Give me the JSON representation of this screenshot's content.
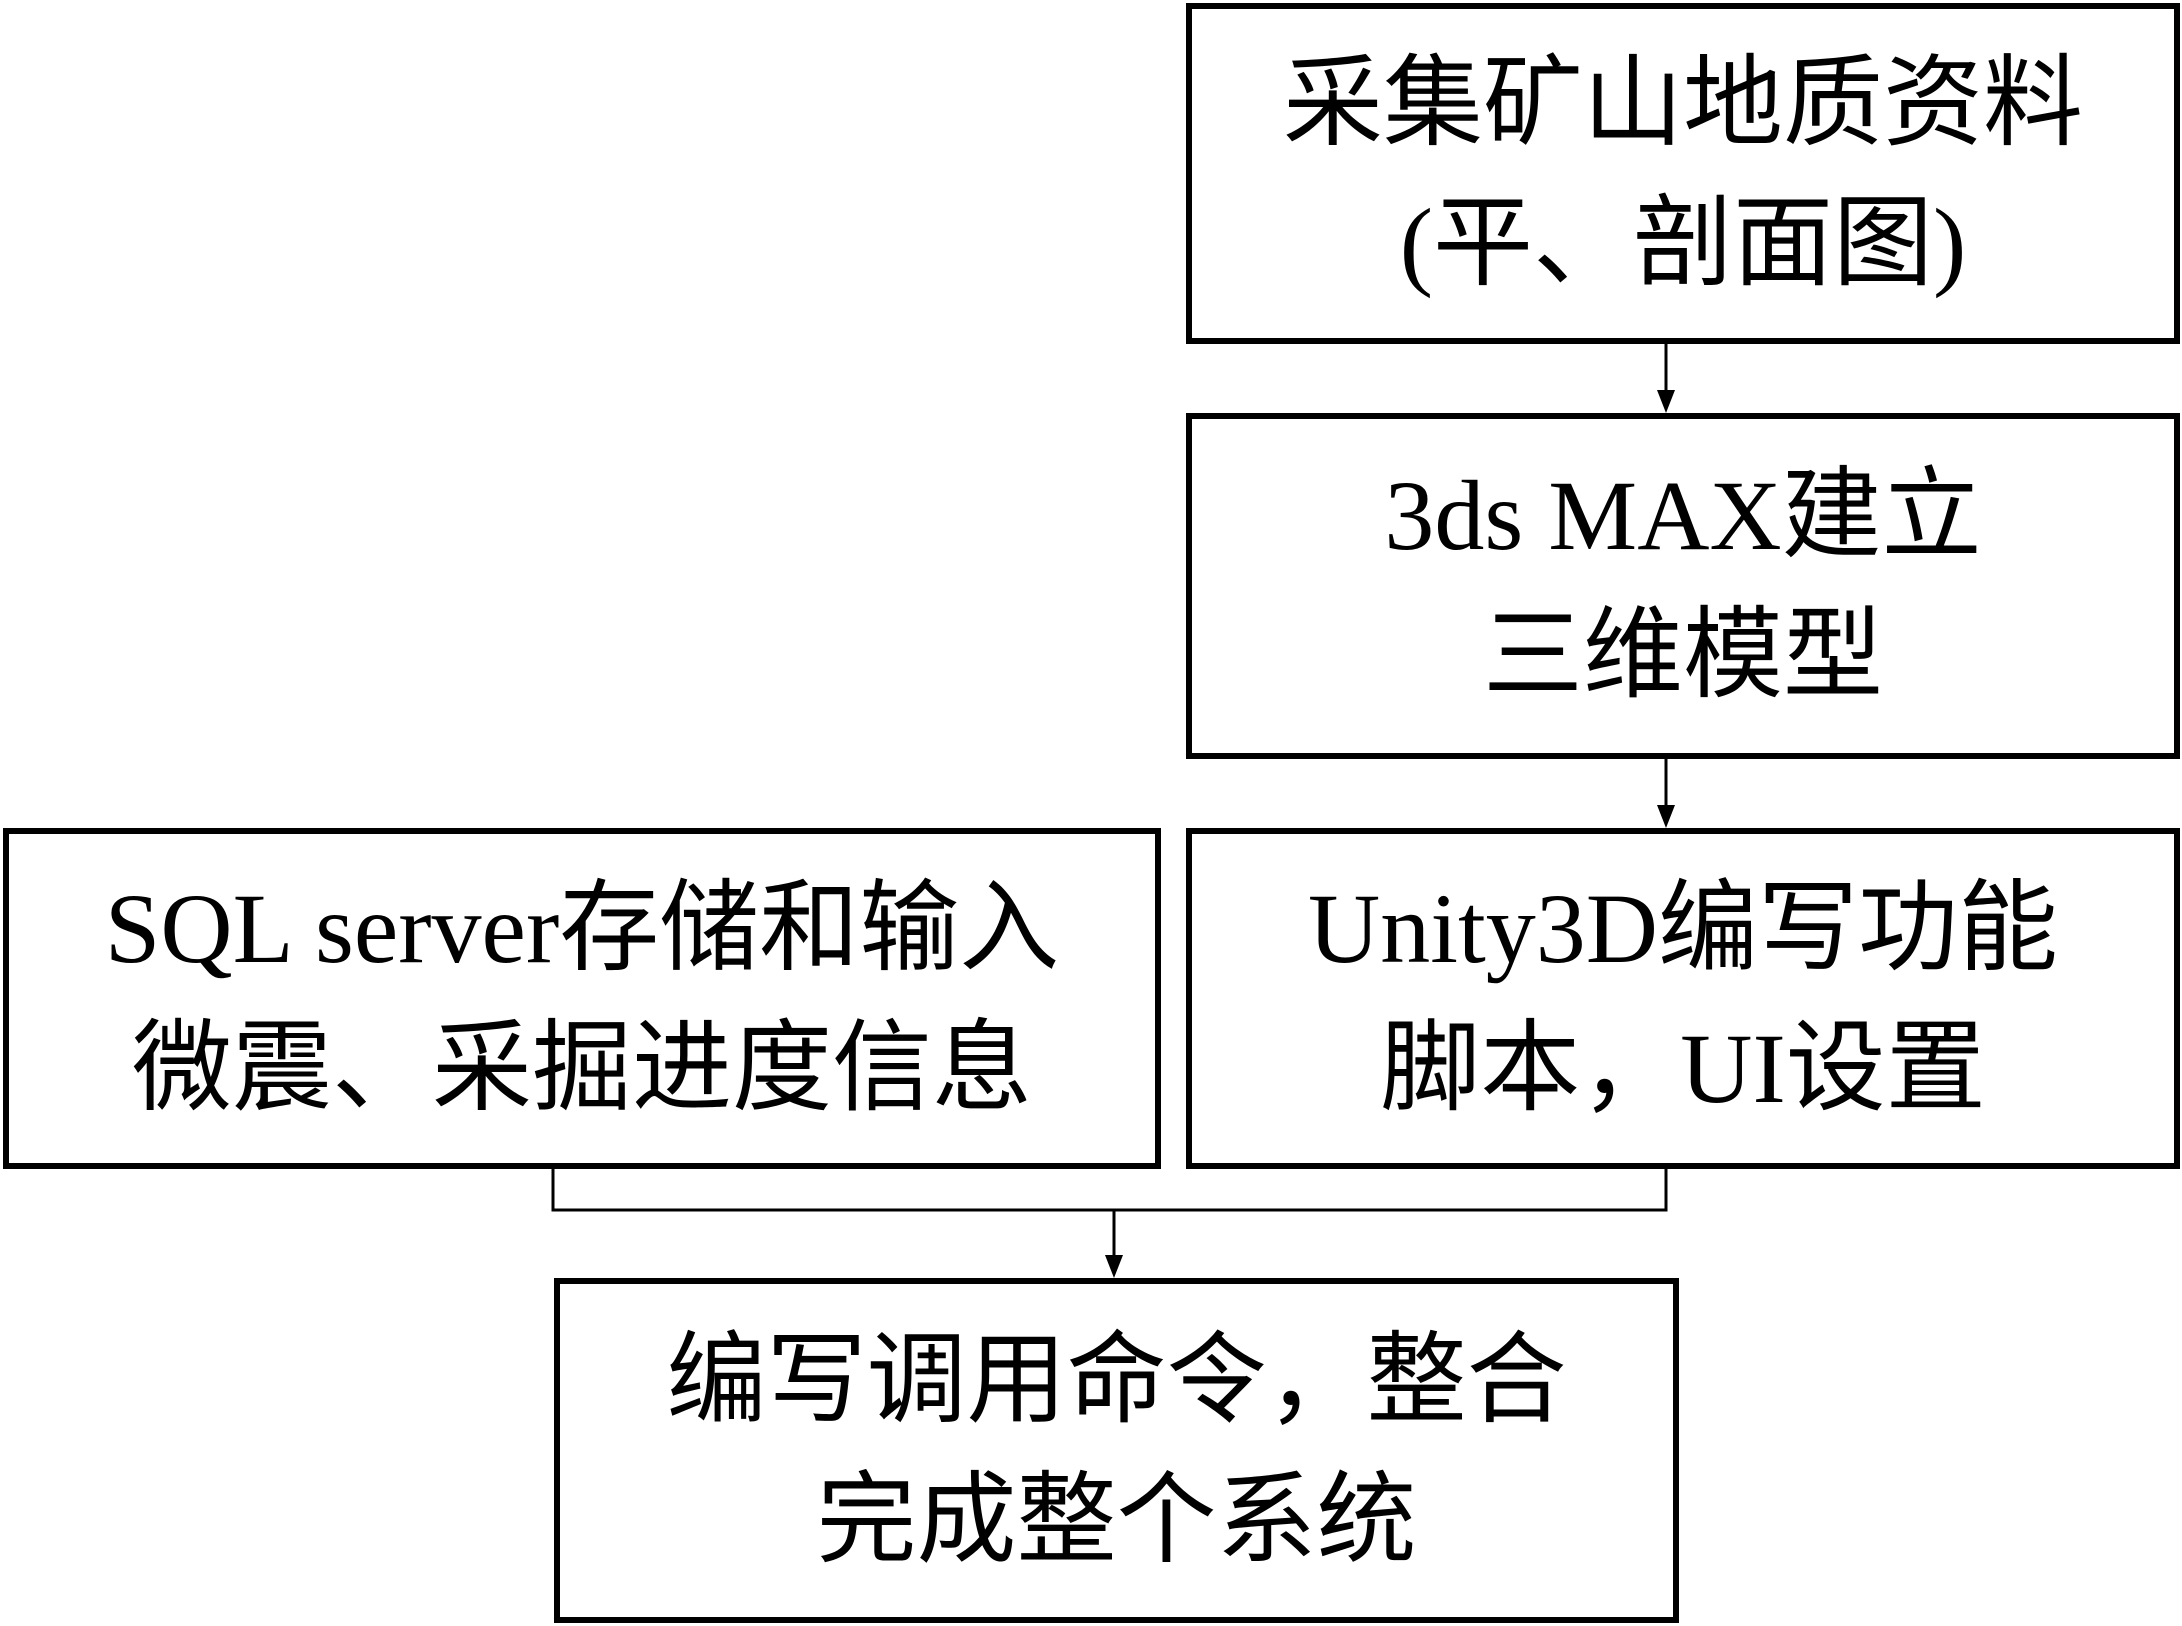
{
  "boxes": {
    "collect": {
      "line1": "采集矿山地质资料",
      "line2": "(平、剖面图)"
    },
    "model": {
      "line1": "3ds MAX建立",
      "line2": "三维模型"
    },
    "unity": {
      "line1": "Unity3D编写功能",
      "line2": "脚本，UI设置"
    },
    "sql": {
      "line1": "SQL server存储和输入",
      "line2": "微震、采掘进度信息"
    },
    "integrate": {
      "line1": "编写调用命令，整合",
      "line2": "完成整个系统"
    }
  }
}
